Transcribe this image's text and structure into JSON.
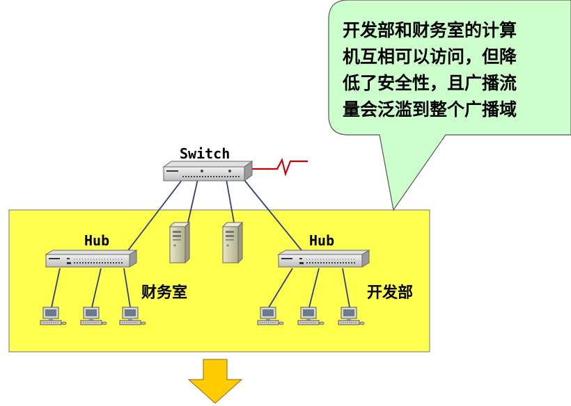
{
  "callout": {
    "lines": [
      "开发部和财务室的计算",
      "机互相可以访问，但降",
      "低了安全性，且广播流",
      "量会泛滥到整个广播域"
    ]
  },
  "devices": {
    "switch_label": "Switch",
    "hub_left_label": "Hub",
    "hub_right_label": "Hub"
  },
  "departments": {
    "left": "财务室",
    "right": "开发部"
  },
  "colors": {
    "broadcast_area": "#ffff4d",
    "callout_fill": "#ccffcc",
    "arrow": "#ffcc00",
    "link_line": "#2e3f80",
    "wan_link": "#cc0000"
  }
}
